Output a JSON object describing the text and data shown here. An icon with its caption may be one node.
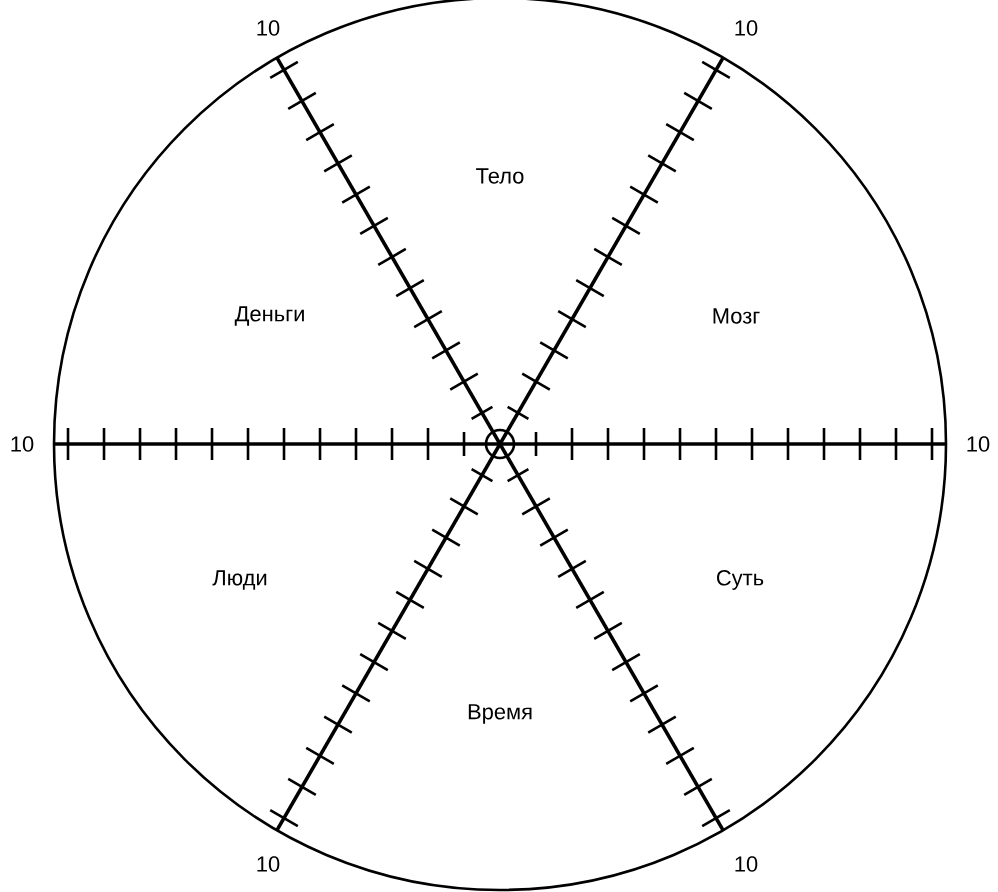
{
  "diagram": {
    "labels": [
      "10",
      "10",
      "Тело",
      "Деньги",
      "Мозг",
      "10",
      "10",
      "Люди",
      "Суть",
      "Время",
      "10",
      "10"
    ]
  }
}
